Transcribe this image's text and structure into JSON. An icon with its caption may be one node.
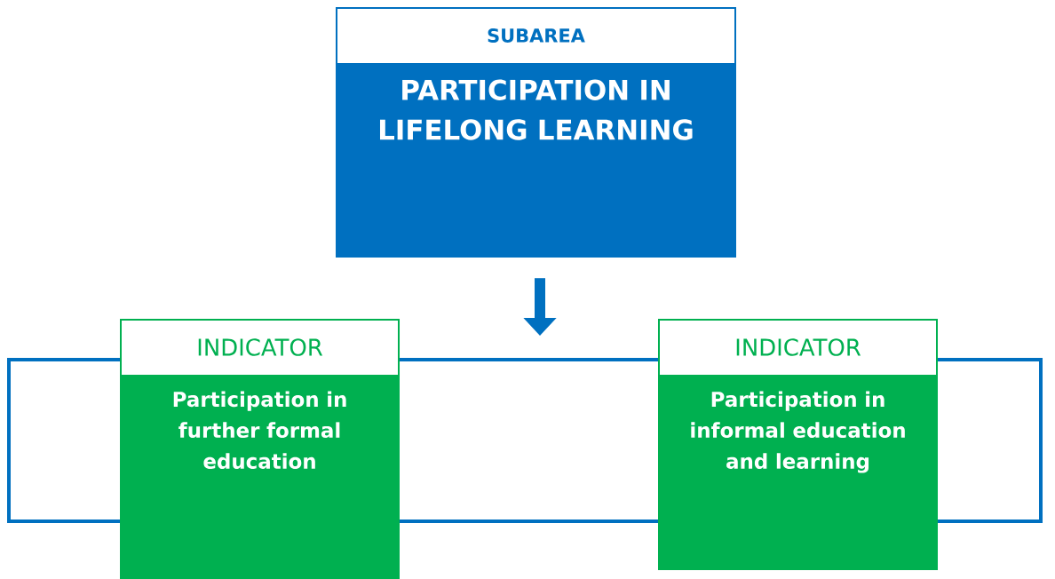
{
  "diagram": {
    "nodes": [
      {
        "text": [
          "SUBAREA",
          "PARTICIPATION IN LIFELONG LEARNING"
        ]
      },
      {
        "text": [],
        "shape": "box"
      },
      {
        "text": [
          "INDICATOR",
          "Participation in further formal education"
        ]
      },
      {
        "text": [
          "INDICATOR",
          "Participation in informal education and learning"
        ]
      }
    ],
    "edges": [
      {
        "from": 0,
        "to": 1,
        "arrow": "to"
      }
    ]
  }
}
